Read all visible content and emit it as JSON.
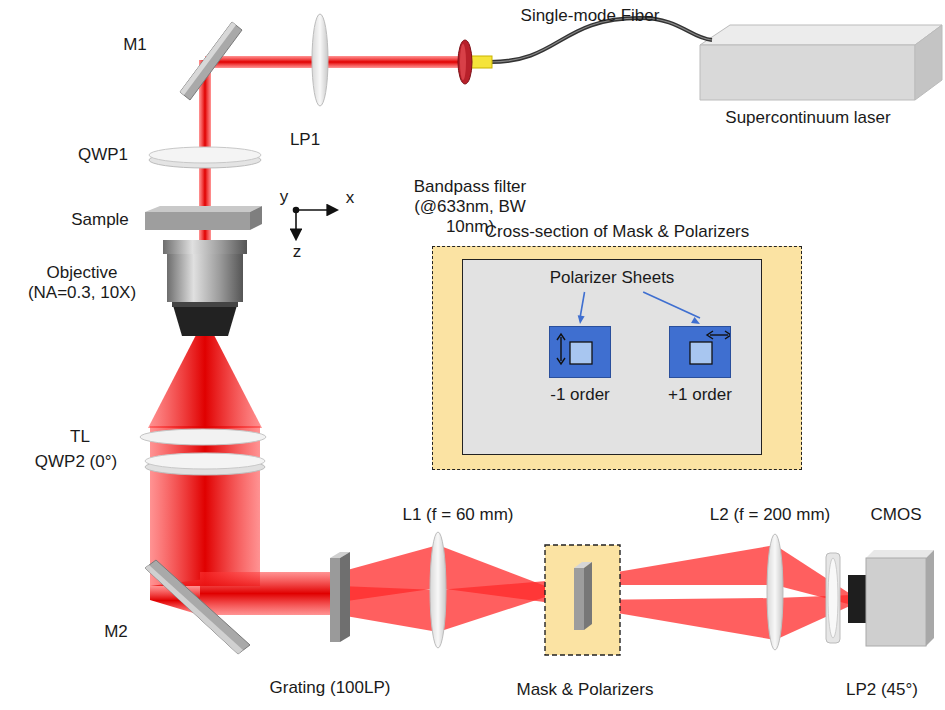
{
  "diagram": {
    "nodes": [
      {
        "text": [
          "Cross-section of Mask & Polarizers"
        ]
      },
      {
        "text": [
          "Polarizer Sheets"
        ],
        "in": 0
      },
      {
        "text": [
          "-1 order"
        ],
        "in": 1
      },
      {
        "text": [
          "+1 order"
        ],
        "in": 1
      }
    ],
    "labels": [
      "Single-mode Fiber",
      "M1",
      "LP1",
      "Bandpass filter (@633nm, BW 10nm)",
      "Supercontinuum laser",
      "QWP1",
      "Sample",
      "y",
      "x",
      "z",
      "Objective (NA=0.3, 10X)",
      "TL",
      "QWP2 (0°)",
      "M2",
      "L1 (f = 60 mm)",
      "L2 (f = 200 mm)",
      "CMOS",
      "Grating (100LP)",
      "Mask & Polarizers",
      "LP2 (45°)"
    ]
  }
}
